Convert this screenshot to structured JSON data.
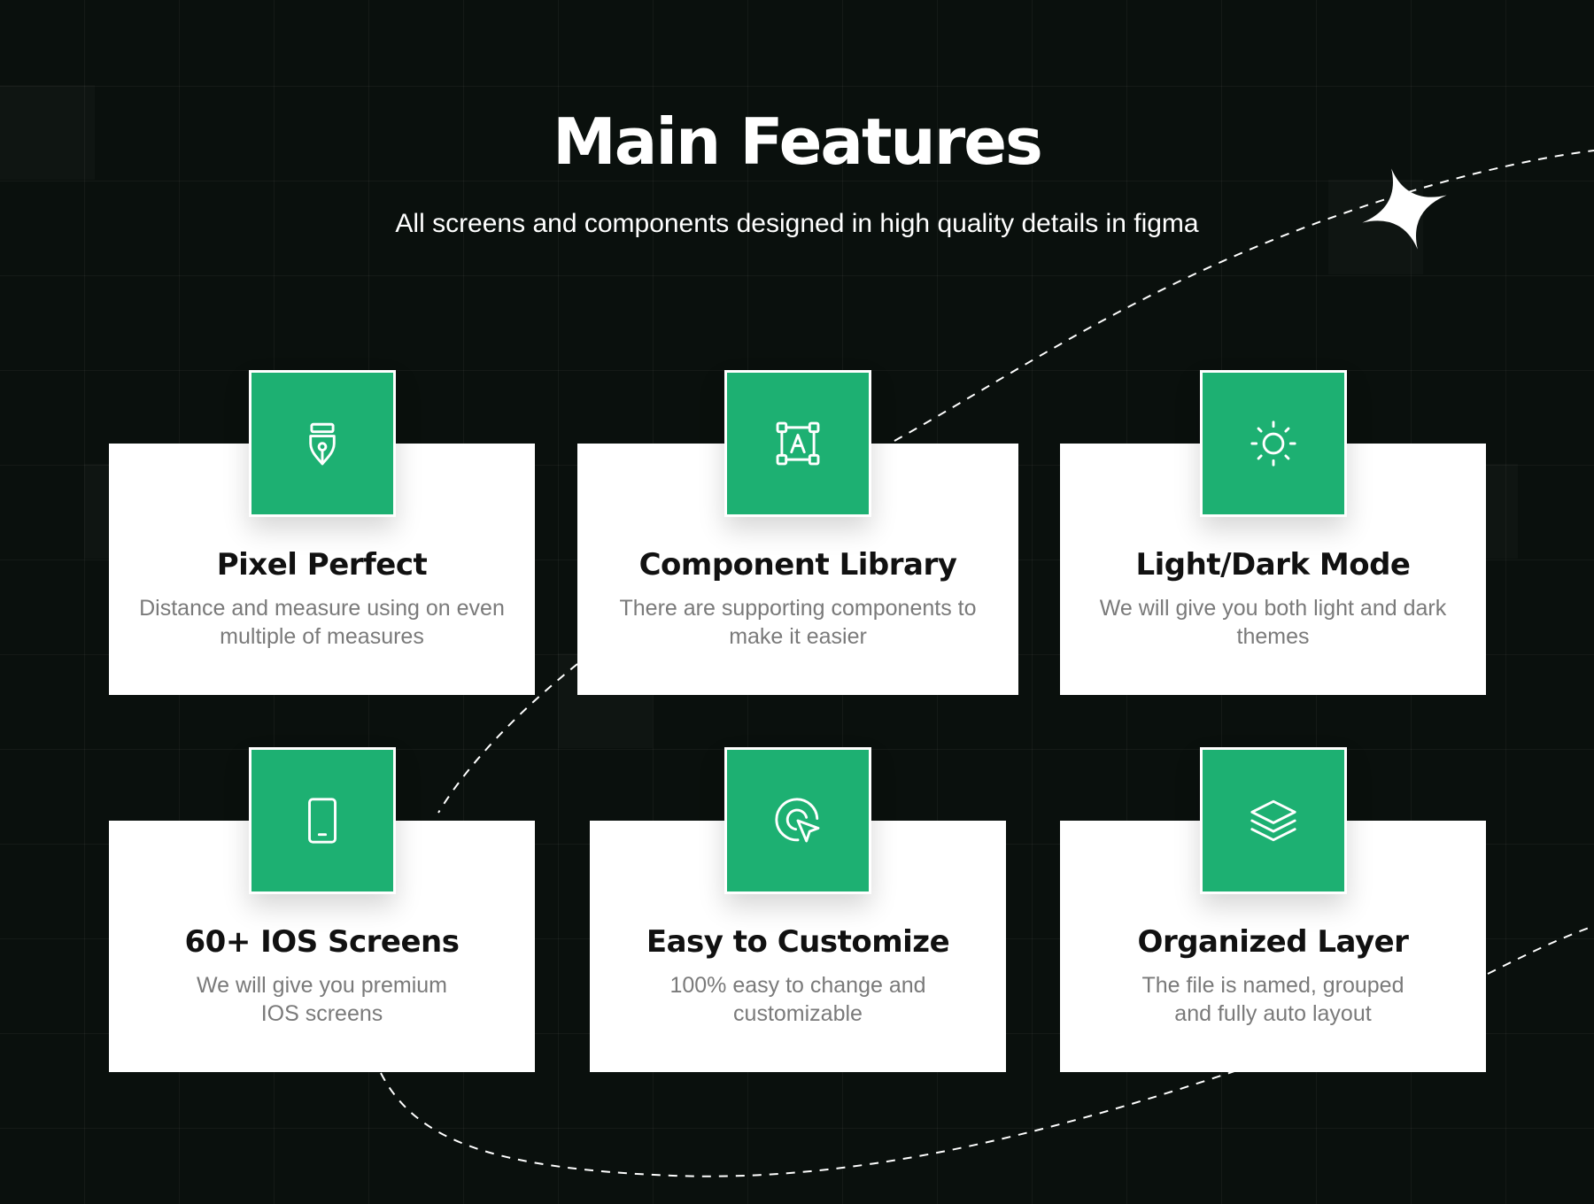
{
  "header": {
    "title": "Main Features",
    "subtitle": "All screens and components designed in high quality details in figma"
  },
  "colors": {
    "background": "#0a100d",
    "accent": "#1db072",
    "card": "#ffffff",
    "title_text": "#111111",
    "desc_text": "#7a7a7a"
  },
  "features": [
    {
      "title": "Pixel Perfect",
      "description": "Distance and measure using on even multiple of measures",
      "icon": "pen-nib-icon"
    },
    {
      "title": "Component Library",
      "description": "There are supporting components to make it easier",
      "icon": "text-frame-icon"
    },
    {
      "title": "Light/Dark Mode",
      "description": "We will give you both light and dark themes",
      "icon": "sun-icon"
    },
    {
      "title": "60+ IOS Screens",
      "description": "We will give you premium IOS screens",
      "icon": "phone-icon"
    },
    {
      "title": "Easy to Customize",
      "description": "100% easy to change and customizable",
      "icon": "cursor-click-icon"
    },
    {
      "title": "Organized Layer",
      "description": "The file is named, grouped and fully auto layout",
      "icon": "layers-icon"
    }
  ]
}
